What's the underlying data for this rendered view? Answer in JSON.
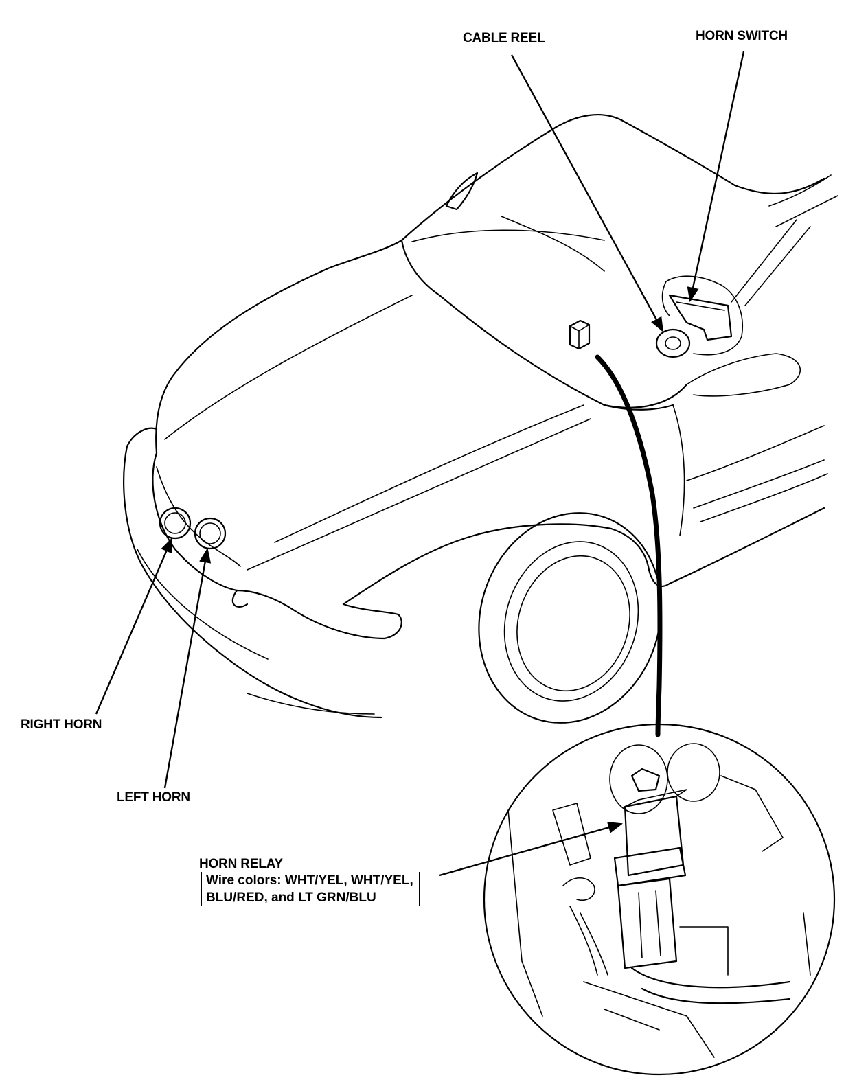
{
  "labels": {
    "cable_reel": "CABLE REEL",
    "horn_switch": "HORN SWITCH",
    "right_horn": "RIGHT HORN",
    "left_horn": "LEFT HORN",
    "horn_relay": "HORN RELAY",
    "wire_line1": "Wire colors: WHT/YEL, WHT/YEL,",
    "wire_line2": "BLU/RED, and LT GRN/BLU"
  },
  "colors": {
    "ink": "#000000",
    "paper": "#ffffff"
  }
}
